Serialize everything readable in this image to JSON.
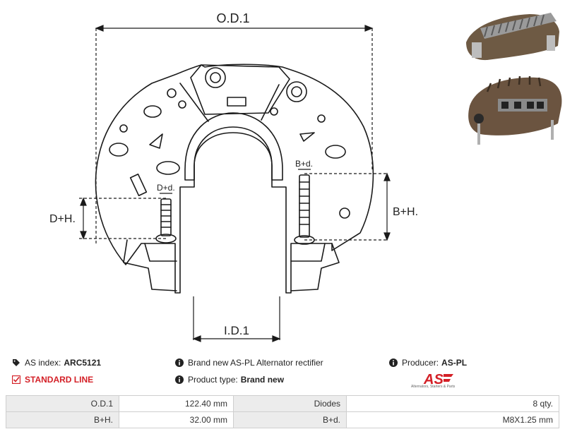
{
  "drawing": {
    "od_label": "O.D.1",
    "id_label": "I.D.1",
    "dh_label": "D+H.",
    "bh_label": "B+H.",
    "dd_label": "D+d.",
    "bd_label": "B+d."
  },
  "info": {
    "as_index_label": "AS index:",
    "as_index_value": "ARC5121",
    "line_label": "STANDARD LINE",
    "description": "Brand new AS-PL Alternator rectifier",
    "product_type_label": "Product type:",
    "product_type_value": "Brand new",
    "producer_label": "Producer:",
    "producer_value": "AS-PL",
    "logo_text": "AS",
    "logo_tagline": "Alternators, Starters & Parts"
  },
  "specs": [
    {
      "k1": "O.D.1",
      "v1": "122.40 mm",
      "k2": "Diodes",
      "v2": "8 qty."
    },
    {
      "k1": "B+H.",
      "v1": "32.00 mm",
      "k2": "B+d.",
      "v2": "M8X1.25 mm"
    }
  ],
  "colors": {
    "accent_red": "#d42027",
    "line": "#1a1a1a"
  }
}
